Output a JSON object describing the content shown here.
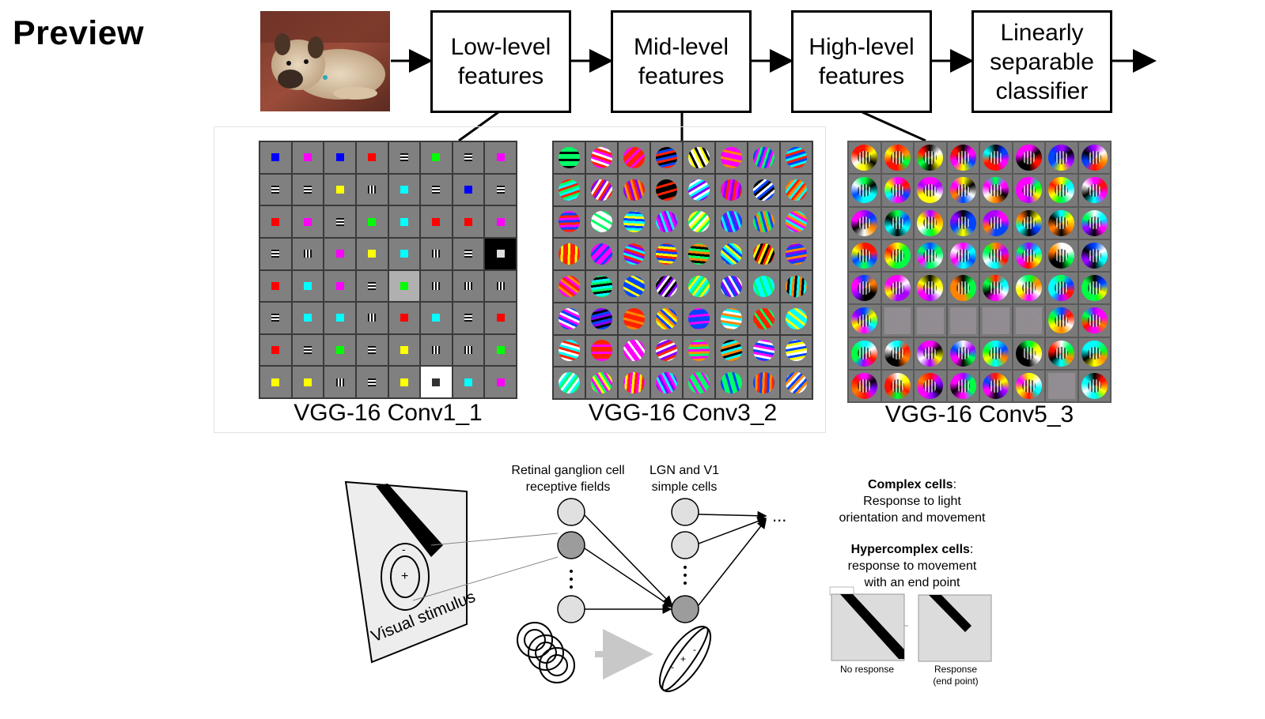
{
  "title": "Preview",
  "pipeline": {
    "stages": [
      "Low-level\nfeatures",
      "Mid-level\nfeatures",
      "High-level\nfeatures",
      "Linearly\nseparable\nclassifier"
    ]
  },
  "filters": {
    "conv1": "VGG-16 Conv1_1",
    "conv3": "VGG-16 Conv3_2",
    "conv5": "VGG-16 Conv5_3"
  },
  "biology": {
    "retinal_label": "Retinal ganglion cell\nreceptive fields",
    "lgn_label": "LGN and V1\nsimple cells",
    "stimulus_label": "Visual stimulus",
    "complex_title": "Complex cells",
    "complex_desc": "Response to light\norientation and movement",
    "hyper_title": "Hypercomplex cells",
    "hyper_desc": "response to movement\nwith an end point",
    "no_response": "No response",
    "response": "Response\n(end point)",
    "plus_sign": "+",
    "minus_sign": "-",
    "ellipsis": "..."
  },
  "colors": {
    "swatch": [
      "#ffff00",
      "#ff00ff",
      "#00ffff",
      "#0000ff",
      "#00ff00",
      "#ff0000",
      "#ffffff"
    ]
  }
}
